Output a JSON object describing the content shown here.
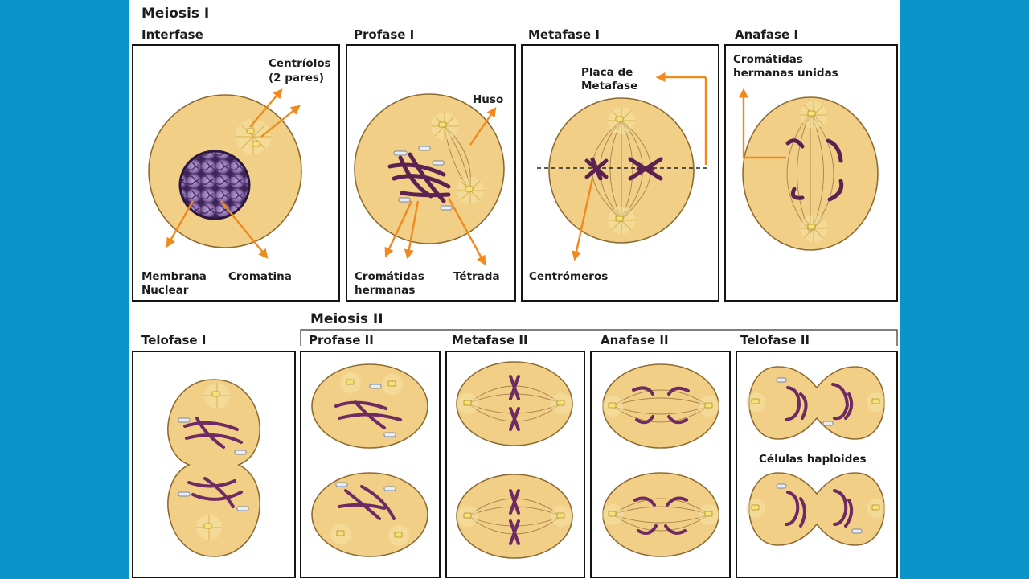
{
  "titles": {
    "meiosis1": "Meiosis I",
    "meiosis2": "Meiosis II"
  },
  "stages": {
    "interfase": "Interfase",
    "profase1": "Profase I",
    "metafase1": "Metafase I",
    "anafase1": "Anafase I",
    "telofase1": "Telofase  I",
    "profase2": "Profase II",
    "metafase2": "Metafase II",
    "anafase2": "Anafase II",
    "telofase2": "Telofase II"
  },
  "labels": {
    "centriolos_1": "Centríolos",
    "centriolos_2": "(2 pares)",
    "membrana_1": "Membrana",
    "membrana_2": "Nuclear",
    "cromatina": "Cromatina",
    "huso": "Huso",
    "cromatidas_1": "Cromátidas",
    "cromatidas_2": "hermanas",
    "tetrada": "Tétrada",
    "placa_1": "Placa de",
    "placa_2": "Metafase",
    "centromeros": "Centrómeros",
    "unidas_1": "Cromátidas",
    "unidas_2": "hermanas unidas",
    "haploides": "Células haploides"
  },
  "colors": {
    "background": "#0a94c9",
    "cell": "#f2cf86",
    "chromosome": "#5c2150",
    "arrow": "#f08a1e"
  }
}
